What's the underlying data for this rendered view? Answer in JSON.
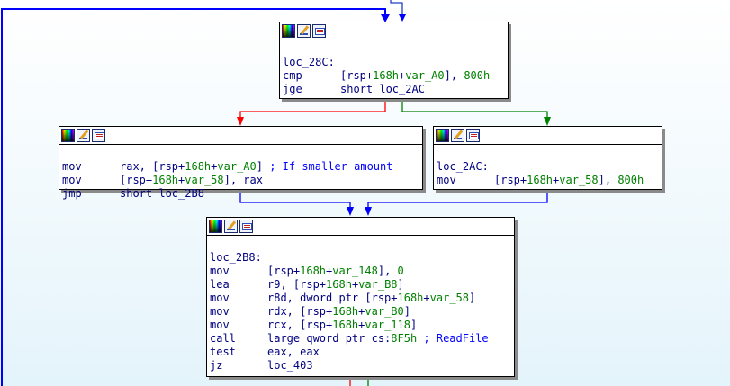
{
  "blocks": [
    {
      "id": "loc_28c",
      "label": "loc_28C:",
      "lines": [
        {
          "mn": "cmp",
          "ops": [
            {
              "t": "[rsp+"
            },
            {
              "t": "168h",
              "k": "num"
            },
            {
              "t": "+"
            },
            {
              "t": "var_A0",
              "k": "var"
            },
            {
              "t": "], "
            },
            {
              "t": "800h",
              "k": "num"
            }
          ]
        },
        {
          "mn": "jge",
          "ops": [
            {
              "t": "short loc_2AC"
            }
          ]
        }
      ]
    },
    {
      "id": "smaller",
      "label": null,
      "lines": [
        {
          "mn": "mov",
          "ops": [
            {
              "t": "rax, [rsp+"
            },
            {
              "t": "168h",
              "k": "num"
            },
            {
              "t": "+"
            },
            {
              "t": "var_A0",
              "k": "var"
            },
            {
              "t": "]"
            },
            {
              "t": " ; If smaller amount",
              "k": "cmt"
            }
          ]
        },
        {
          "mn": "mov",
          "ops": [
            {
              "t": "[rsp+"
            },
            {
              "t": "168h",
              "k": "num"
            },
            {
              "t": "+"
            },
            {
              "t": "var_58",
              "k": "var"
            },
            {
              "t": "], rax"
            }
          ]
        },
        {
          "mn": "jmp",
          "ops": [
            {
              "t": "short loc_2B8"
            }
          ]
        }
      ]
    },
    {
      "id": "loc_2ac",
      "label": "loc_2AC:",
      "lines": [
        {
          "mn": "mov",
          "ops": [
            {
              "t": "[rsp+"
            },
            {
              "t": "168h",
              "k": "num"
            },
            {
              "t": "+"
            },
            {
              "t": "var_58",
              "k": "var"
            },
            {
              "t": "], "
            },
            {
              "t": "800h",
              "k": "num"
            }
          ]
        }
      ]
    },
    {
      "id": "loc_2b8",
      "label": "loc_2B8:",
      "lines": [
        {
          "mn": "mov",
          "ops": [
            {
              "t": "[rsp+"
            },
            {
              "t": "168h",
              "k": "num"
            },
            {
              "t": "+"
            },
            {
              "t": "var_148",
              "k": "var"
            },
            {
              "t": "], "
            },
            {
              "t": "0",
              "k": "num"
            }
          ]
        },
        {
          "mn": "lea",
          "ops": [
            {
              "t": "r9, [rsp+"
            },
            {
              "t": "168h",
              "k": "num"
            },
            {
              "t": "+"
            },
            {
              "t": "var_B8",
              "k": "var"
            },
            {
              "t": "]"
            }
          ]
        },
        {
          "mn": "mov",
          "ops": [
            {
              "t": "r8d, dword ptr [rsp+"
            },
            {
              "t": "168h",
              "k": "num"
            },
            {
              "t": "+"
            },
            {
              "t": "var_58",
              "k": "var"
            },
            {
              "t": "]"
            }
          ]
        },
        {
          "mn": "mov",
          "ops": [
            {
              "t": "rdx, [rsp+"
            },
            {
              "t": "168h",
              "k": "num"
            },
            {
              "t": "+"
            },
            {
              "t": "var_B0",
              "k": "var"
            },
            {
              "t": "]"
            }
          ]
        },
        {
          "mn": "mov",
          "ops": [
            {
              "t": "rcx, [rsp+"
            },
            {
              "t": "168h",
              "k": "num"
            },
            {
              "t": "+"
            },
            {
              "t": "var_118",
              "k": "var"
            },
            {
              "t": "]"
            }
          ]
        },
        {
          "mn": "call",
          "ops": [
            {
              "t": "large qword ptr cs:"
            },
            {
              "t": "8F5h",
              "k": "num"
            },
            {
              "t": " ; ReadFile",
              "k": "cmt"
            }
          ]
        },
        {
          "mn": "test",
          "ops": [
            {
              "t": "eax, eax"
            }
          ]
        },
        {
          "mn": "jz",
          "ops": [
            {
              "t": "loc_403"
            }
          ]
        }
      ]
    }
  ],
  "colors": {
    "edge_uncond": "#0000ff",
    "edge_true": "#008000",
    "edge_false": "#ff0000",
    "edge_nav": "#2040c0"
  },
  "icons": [
    "color-palette-icon",
    "rename-pencil-icon",
    "graph-view-icon"
  ]
}
